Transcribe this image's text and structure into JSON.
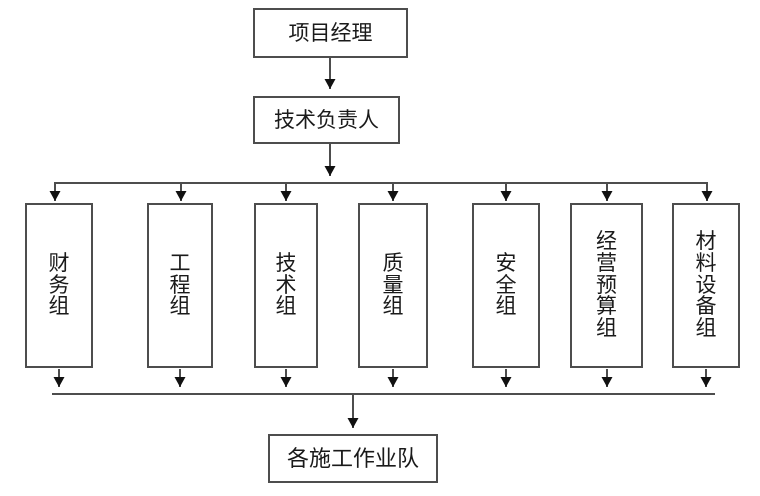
{
  "nodes": {
    "project_manager": "项目经理",
    "technical_director": "技术负责人",
    "construction_teams": "各施工作业队"
  },
  "groups": [
    {
      "label": "财务组"
    },
    {
      "label": "工程组"
    },
    {
      "label": "技术组"
    },
    {
      "label": "质量组"
    },
    {
      "label": "安全组"
    },
    {
      "label": "经营预算组"
    },
    {
      "label": "材料设备组"
    }
  ],
  "colors": {
    "line": "#4d4d4d",
    "arrow": "#111111",
    "text": "#1a1a1a",
    "bg": "#ffffff"
  }
}
